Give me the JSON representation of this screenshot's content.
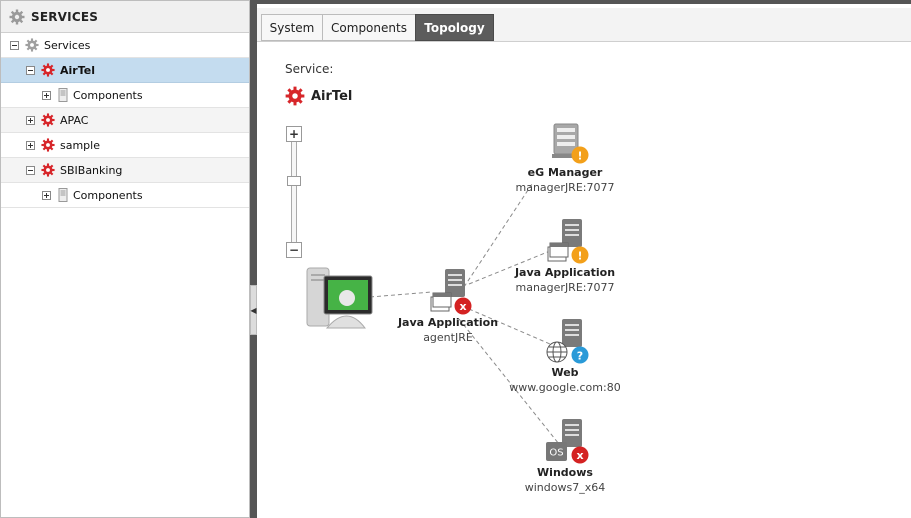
{
  "left_panel": {
    "title": "SERVICES",
    "tree": [
      {
        "label": "Services",
        "level": 0,
        "expanded": true
      },
      {
        "label": "AirTel",
        "level": 1,
        "expanded": true,
        "selected": true
      },
      {
        "label": "Components",
        "level": 2,
        "expanded": false
      },
      {
        "label": "APAC",
        "level": 1,
        "expanded": false
      },
      {
        "label": "sample",
        "level": 1,
        "expanded": false
      },
      {
        "label": "SBIBanking",
        "level": 1,
        "expanded": true
      },
      {
        "label": "Components",
        "level": 2,
        "expanded": false
      }
    ]
  },
  "tabs": [
    {
      "label": "System",
      "active": false
    },
    {
      "label": "Components",
      "active": false
    },
    {
      "label": "Topology",
      "active": true
    }
  ],
  "service": {
    "label": "Service:",
    "name": "AirTel"
  },
  "zoom": {
    "plus": "+",
    "minus": "−"
  },
  "topology": {
    "nodes": [
      {
        "id": "client",
        "type": "client",
        "title": "",
        "subtitle": ""
      },
      {
        "id": "java-agent",
        "type": "app",
        "title": "Java Application",
        "subtitle": "agentJRE",
        "status": "critical",
        "badge": "x"
      },
      {
        "id": "eg-manager",
        "type": "server",
        "title": "eG Manager",
        "subtitle": "managerJRE:7077",
        "status": "warning",
        "badge": "!"
      },
      {
        "id": "java-manager",
        "type": "app",
        "title": "Java Application",
        "subtitle": "managerJRE:7077",
        "status": "warning",
        "badge": "!"
      },
      {
        "id": "web",
        "type": "web",
        "title": "Web",
        "subtitle": "www.google.com:80",
        "status": "unknown",
        "badge": "?"
      },
      {
        "id": "windows",
        "type": "os",
        "title": "Windows",
        "subtitle": "windows7_x64",
        "status": "critical",
        "badge": "x"
      }
    ],
    "status_colors": {
      "critical": "#d42222",
      "warning": "#f3a01a",
      "unknown": "#2a9ad8"
    },
    "os_icon_text": "OS"
  },
  "colors": {
    "gear_red": "#d7262a",
    "selected_row": "#c4dcef",
    "active_tab": "#5c5c5c"
  }
}
